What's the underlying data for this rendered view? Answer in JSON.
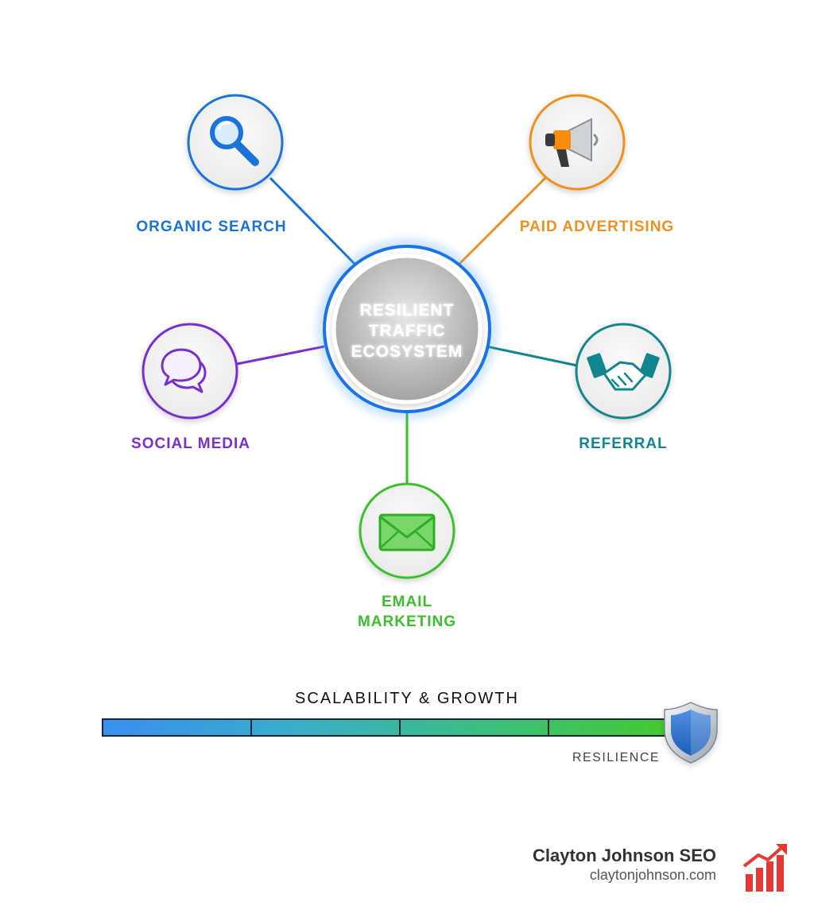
{
  "center": {
    "line1": "RESILIENT",
    "line2": "TRAFFIC",
    "line3": "ECOSYSTEM"
  },
  "nodes": {
    "organic_search": {
      "label": "ORGANIC SEARCH",
      "icon": "magnifier-icon",
      "color": "#1a73d9"
    },
    "paid_advertising": {
      "label": "PAID ADVERTISING",
      "icon": "megaphone-icon",
      "color": "#f0901e"
    },
    "social_media": {
      "label": "SOCIAL MEDIA",
      "icon": "chat-bubbles-icon",
      "color": "#7a2fd0"
    },
    "referral": {
      "label": "REFERRAL",
      "icon": "handshake-icon",
      "color": "#12868e"
    },
    "email_marketing": {
      "line1": "EMAIL",
      "line2": "MARKETING",
      "icon": "envelope-icon",
      "color": "#3cbf2d"
    }
  },
  "scale": {
    "title": "SCALABILITY & GROWTH",
    "end_label": "RESILIENCE",
    "segments": 4,
    "icon": "shield-icon",
    "gradient": [
      "#3a8ff0",
      "#3ab0c0",
      "#3cbf6a",
      "#45c830"
    ]
  },
  "brand": {
    "name": "Clayton Johnson SEO",
    "url": "claytonjohnson.com",
    "icon": "growth-bars-icon",
    "color": "#e53935"
  }
}
